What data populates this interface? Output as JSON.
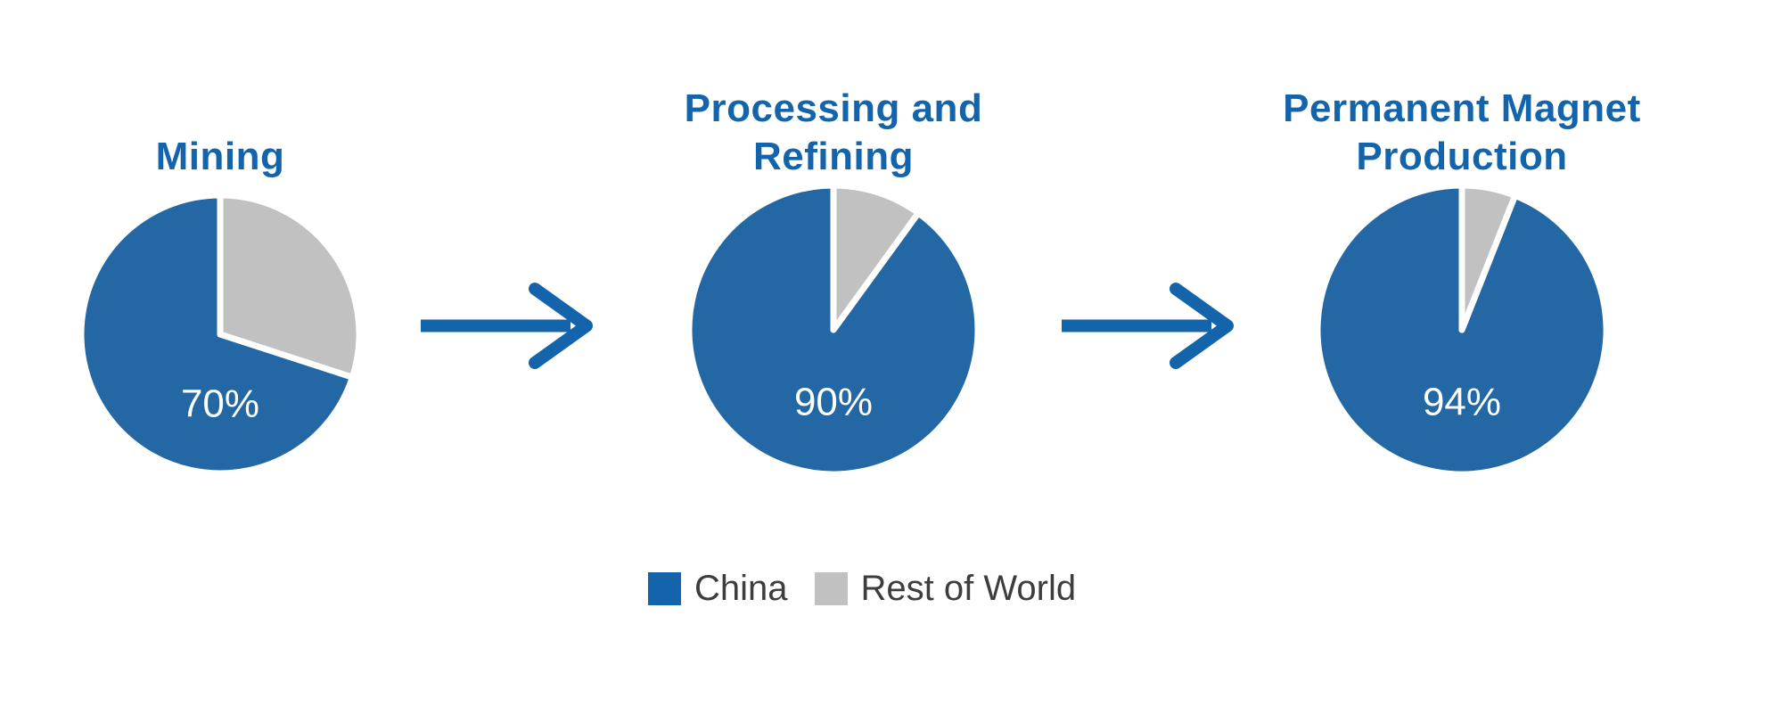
{
  "figure": {
    "description": "Three-stage rare earth supply chain share infographic",
    "background": "#ffffff"
  },
  "colors": {
    "brand_blue": "#1464ab",
    "pie_china_blue": "#2368a4",
    "rest_gray": "#c1c1c1",
    "legend_text": "#3d3d3d",
    "value_label_white": "#ffffff"
  },
  "chart_data": [
    {
      "type": "pie",
      "title": "Mining",
      "title_lines": [
        "Mining"
      ],
      "slices": [
        {
          "label": "China",
          "value": 70,
          "value_label": "70%",
          "color": "#2368a4"
        },
        {
          "label": "Rest of World",
          "value": 30,
          "color": "#c1c1c1"
        }
      ],
      "start_angle_deg": 0,
      "direction": "clockwise",
      "legend_position": "bottom"
    },
    {
      "type": "pie",
      "title": "Processing and Refining",
      "title_lines": [
        "Processing and",
        "Refining"
      ],
      "slices": [
        {
          "label": "China",
          "value": 90,
          "value_label": "90%",
          "color": "#2368a4"
        },
        {
          "label": "Rest of World",
          "value": 10,
          "color": "#c1c1c1"
        }
      ],
      "start_angle_deg": 0,
      "direction": "clockwise",
      "legend_position": "bottom"
    },
    {
      "type": "pie",
      "title": "Permanent Magnet Production",
      "title_lines": [
        "Permanent Magnet",
        "Production"
      ],
      "slices": [
        {
          "label": "China",
          "value": 94,
          "value_label": "94%",
          "color": "#2368a4"
        },
        {
          "label": "Rest of World",
          "value": 6,
          "color": "#c1c1c1"
        }
      ],
      "start_angle_deg": 0,
      "direction": "clockwise",
      "legend_position": "bottom"
    }
  ],
  "arrows": [
    {
      "name": "flow-arrow-1",
      "direction": "right"
    },
    {
      "name": "flow-arrow-2",
      "direction": "right"
    }
  ],
  "legend": {
    "items": [
      {
        "label": "China",
        "color": "#1464ab"
      },
      {
        "label": "Rest of World",
        "color": "#c1c1c1"
      }
    ]
  }
}
